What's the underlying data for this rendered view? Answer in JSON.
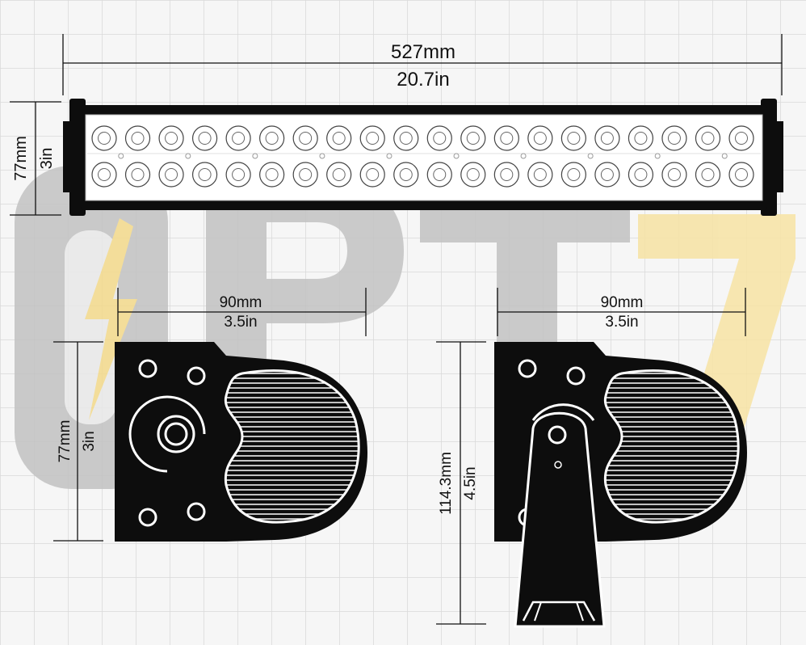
{
  "watermark": {
    "brand": "OPT7",
    "color_gray": "#bdbdbd",
    "color_yellow": "#fbe9a8"
  },
  "light_bar": {
    "led_rows": 2,
    "leds_per_row": 20,
    "width": {
      "mm": "527mm",
      "in": "20.7in"
    },
    "height": {
      "mm": "77mm",
      "in": "3in"
    }
  },
  "side_view_left": {
    "width": {
      "mm": "90mm",
      "in": "3.5in"
    },
    "height": {
      "mm": "77mm",
      "in": "3in"
    }
  },
  "side_view_right": {
    "width": {
      "mm": "90mm",
      "in": "3.5in"
    },
    "height": {
      "mm": "114.3mm",
      "in": "4.5in"
    }
  },
  "colors": {
    "body": "#0d0d0d",
    "grid": "#dcdcdc",
    "led": "#ffffff",
    "dimension": "#111111"
  }
}
